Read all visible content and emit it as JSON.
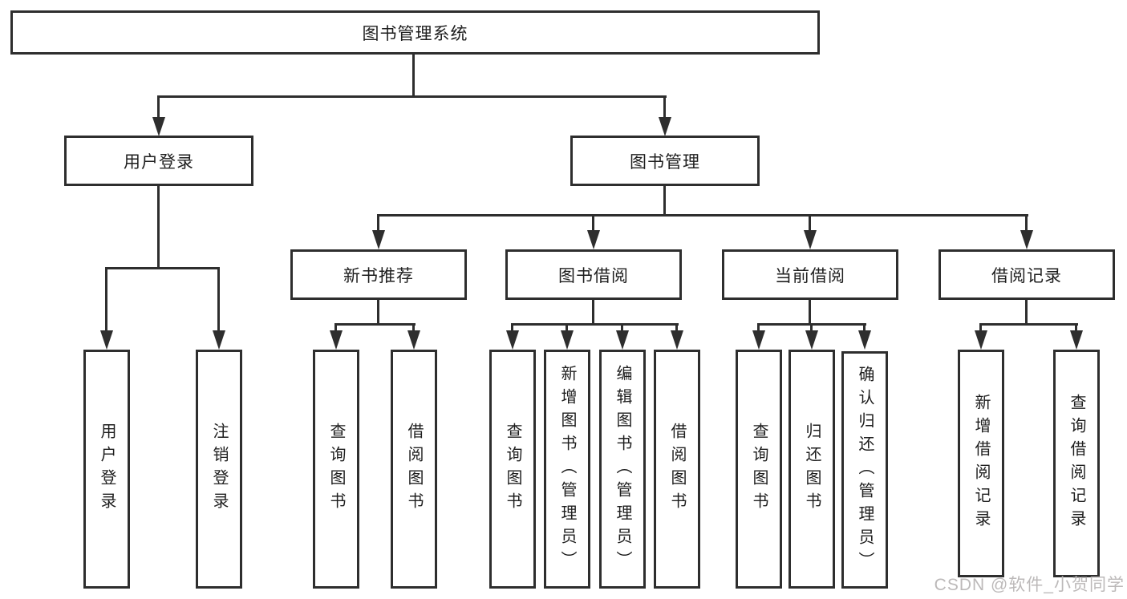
{
  "tree": {
    "root": {
      "label": "图书管理系统",
      "children": [
        {
          "label": "用户登录",
          "children": [
            {
              "label": "用户登录"
            },
            {
              "label": "注销登录"
            }
          ]
        },
        {
          "label": "图书管理",
          "children": [
            {
              "label": "新书推荐",
              "children": [
                {
                  "label": "查询图书"
                },
                {
                  "label": "借阅图书"
                }
              ]
            },
            {
              "label": "图书借阅",
              "children": [
                {
                  "label": "查询图书"
                },
                {
                  "label": "新增图书（管理员）"
                },
                {
                  "label": "编辑图书（管理员）"
                },
                {
                  "label": "借阅图书"
                }
              ]
            },
            {
              "label": "当前借阅",
              "children": [
                {
                  "label": "查询图书"
                },
                {
                  "label": "归还图书"
                },
                {
                  "label": "确认归还（管理员）"
                }
              ]
            },
            {
              "label": "借阅记录",
              "children": [
                {
                  "label": "新增借阅记录"
                },
                {
                  "label": "查询借阅记录"
                }
              ]
            }
          ]
        }
      ]
    }
  },
  "watermark": "CSDN @软件_小贺同学",
  "colors": {
    "line": "#2e2e2e",
    "text": "#1e1e1e",
    "background": "#ffffff",
    "watermark": "#bcb9b9"
  }
}
